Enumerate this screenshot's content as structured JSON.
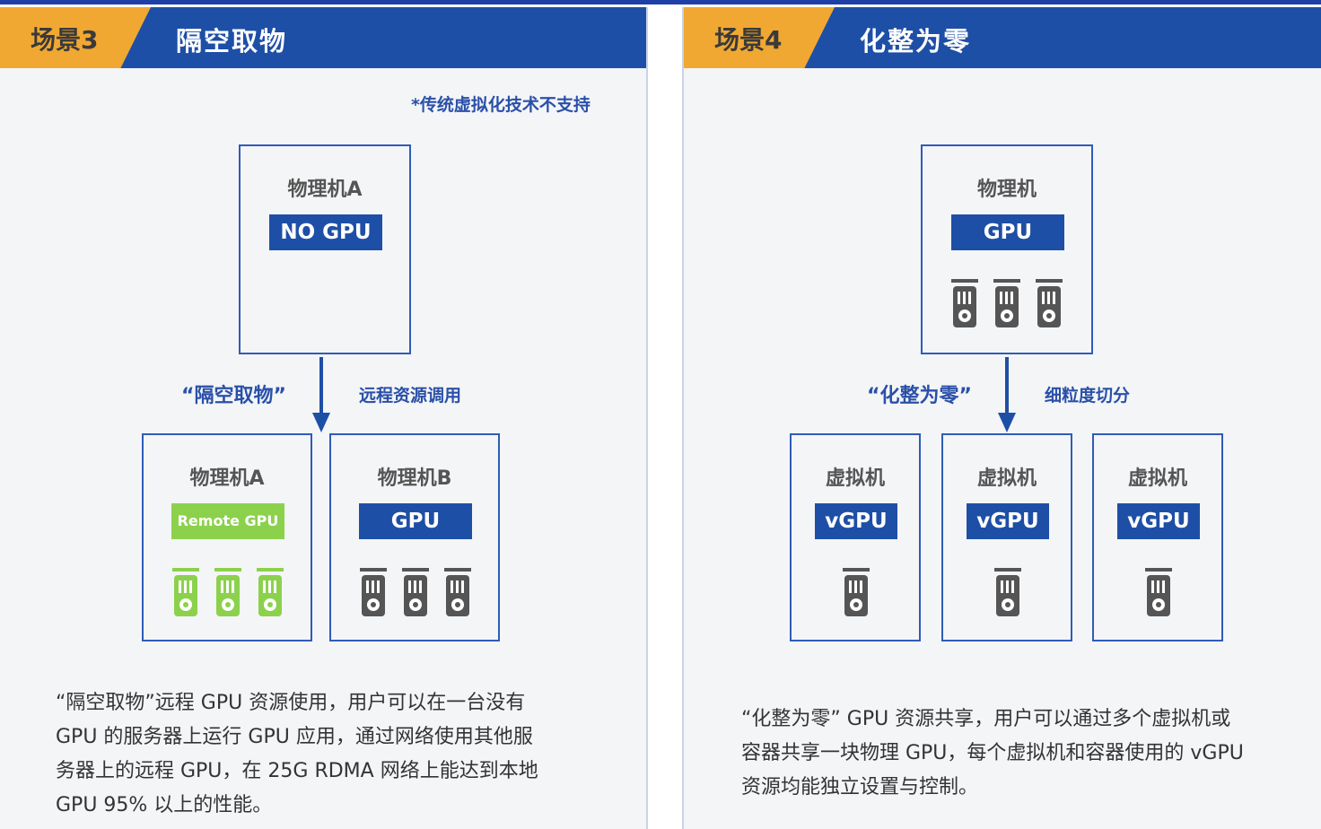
{
  "left": {
    "tag": "场景3",
    "title": "隔空取物",
    "note": "*传统虚拟化技术不支持",
    "top_box": {
      "title": "物理机A",
      "badge": "NO GPU"
    },
    "arrow_quote": "“隔空取物”",
    "arrow_label": "远程资源调用",
    "box_a": {
      "title": "物理机A",
      "badge": "Remote GPU"
    },
    "box_b": {
      "title": "物理机B",
      "badge": "GPU"
    },
    "paragraph": [
      "“隔空取物”远程 GPU 资源使用，用户可以在一台没有",
      "GPU 的服务器上运行 GPU 应用，通过网络使用其他服",
      "务器上的远程 GPU，在 25G RDMA 网络上能达到本地",
      "GPU 95% 以上的性能。"
    ]
  },
  "right": {
    "tag": "场景4",
    "title": "化整为零",
    "top_box": {
      "title": "物理机",
      "badge": "GPU"
    },
    "arrow_quote": "“化整为零”",
    "arrow_label": "细粒度切分",
    "vms": [
      {
        "title": "虚拟机",
        "badge": "vGPU"
      },
      {
        "title": "虚拟机",
        "badge": "vGPU"
      },
      {
        "title": "虚拟机",
        "badge": "vGPU"
      }
    ],
    "paragraph": [
      "“化整为零” GPU 资源共享，用户可以通过多个虚拟机或",
      "容器共享一块物理 GPU，每个虚拟机和容器使用的 vGPU",
      "资源均能独立设置与控制。"
    ]
  },
  "colors": {
    "blue": "#1e4fa6",
    "orange": "#f0a833",
    "green": "#8cd14c",
    "gray_icon": "#555555"
  }
}
